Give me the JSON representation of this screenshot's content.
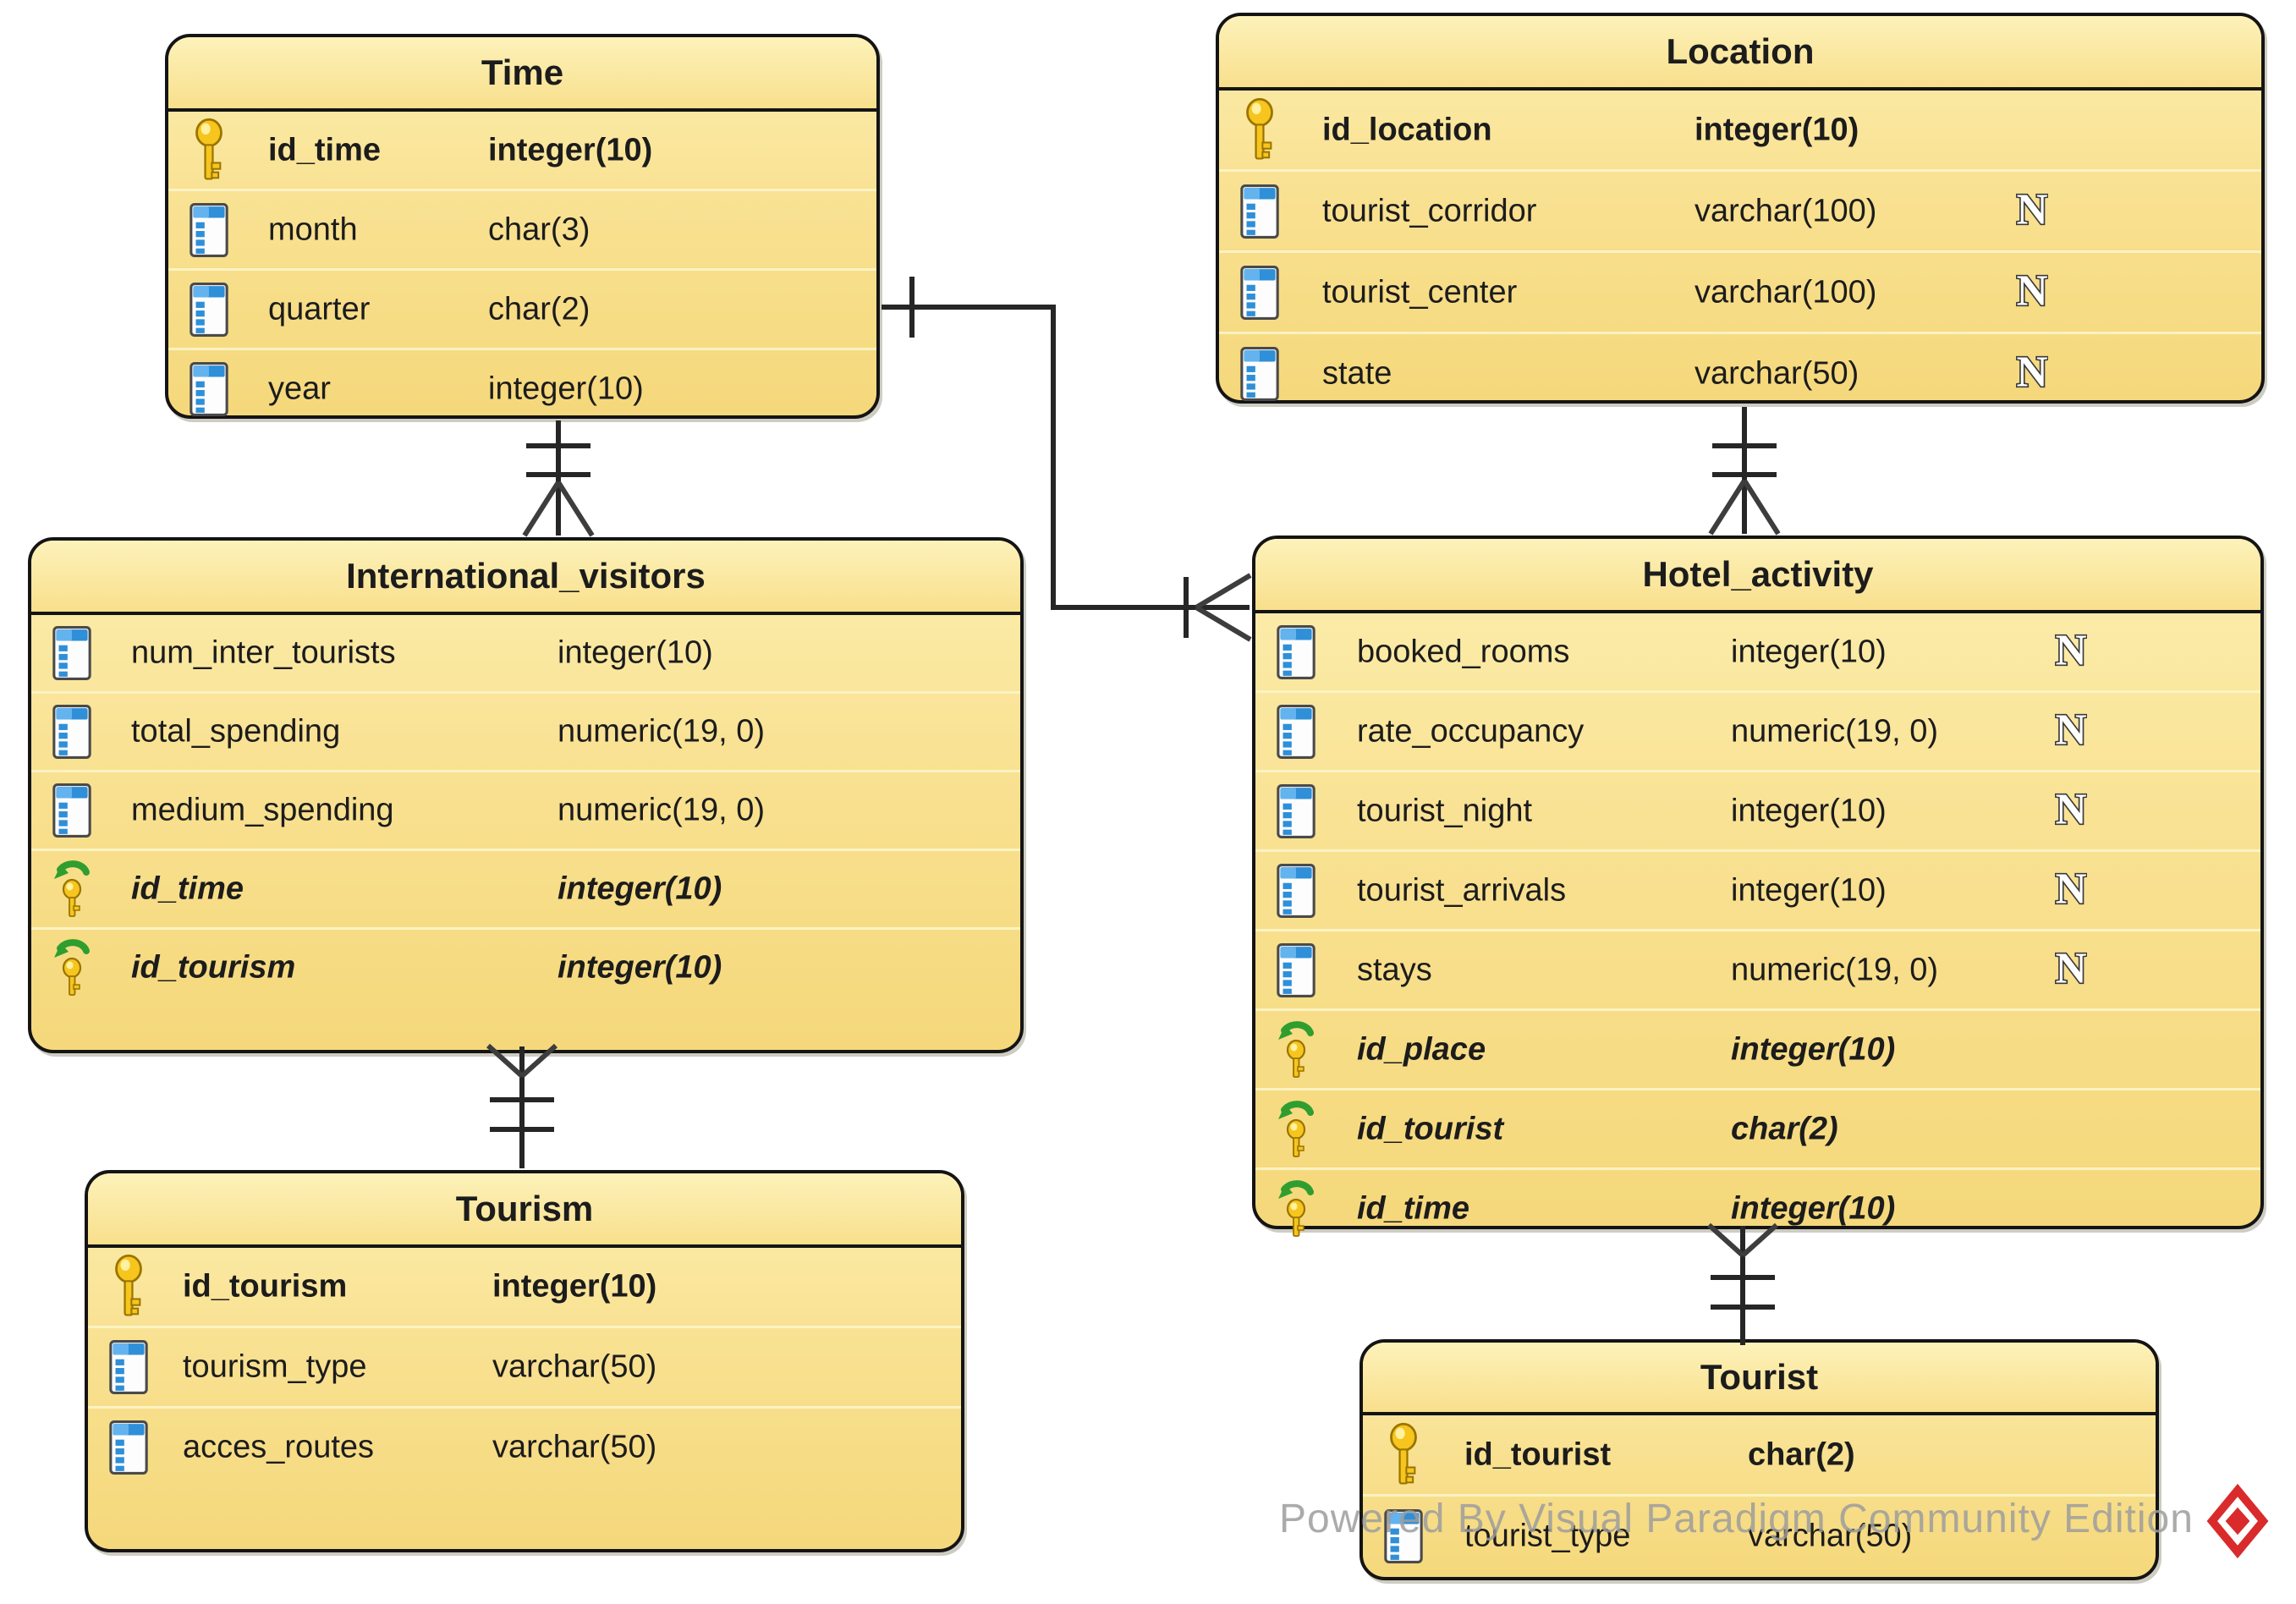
{
  "diagram": {
    "tool_watermark": "Powered By Visual Paradigm Community Edition",
    "nullable_label": "N",
    "colors": {
      "table_fill_top": "#FCEFAF",
      "table_fill_bottom": "#F5D87B",
      "table_border": "#141414",
      "row_separator": "#FCF3C2",
      "text": "#1C1C1C",
      "watermark_gray": "#9D9D9D",
      "logo_red": "#D92B2B",
      "key_gold": "#F6C51E",
      "column_icon_blue": "#2F8FD8",
      "fk_arrow_green": "#2F9E2F"
    },
    "tables": [
      {
        "id": "time",
        "title": "Time",
        "columns": [
          {
            "icon": "primary-key",
            "name": "id_time",
            "type": "integer(10)",
            "key": "pk"
          },
          {
            "icon": "column",
            "name": "month",
            "type": "char(3)"
          },
          {
            "icon": "column",
            "name": "quarter",
            "type": "char(2)"
          },
          {
            "icon": "column",
            "name": "year",
            "type": "integer(10)"
          }
        ]
      },
      {
        "id": "location",
        "title": "Location",
        "columns": [
          {
            "icon": "primary-key",
            "name": "id_location",
            "type": "integer(10)",
            "key": "pk"
          },
          {
            "icon": "column",
            "name": "tourist_corridor",
            "type": "varchar(100)",
            "nullable": true
          },
          {
            "icon": "column",
            "name": "tourist_center",
            "type": "varchar(100)",
            "nullable": true
          },
          {
            "icon": "column",
            "name": "state",
            "type": "varchar(50)",
            "nullable": true
          }
        ]
      },
      {
        "id": "international_visitors",
        "title": "International_visitors",
        "columns": [
          {
            "icon": "column",
            "name": "num_inter_tourists",
            "type": "integer(10)"
          },
          {
            "icon": "column",
            "name": "total_spending",
            "type": "numeric(19, 0)"
          },
          {
            "icon": "column",
            "name": "medium_spending",
            "type": "numeric(19, 0)"
          },
          {
            "icon": "foreign-key",
            "name": "id_time",
            "type": "integer(10)",
            "key": "fk"
          },
          {
            "icon": "foreign-key",
            "name": "id_tourism",
            "type": "integer(10)",
            "key": "fk"
          }
        ]
      },
      {
        "id": "hotel_activity",
        "title": "Hotel_activity",
        "columns": [
          {
            "icon": "column",
            "name": "booked_rooms",
            "type": "integer(10)",
            "nullable": true
          },
          {
            "icon": "column",
            "name": "rate_occupancy",
            "type": "numeric(19, 0)",
            "nullable": true
          },
          {
            "icon": "column",
            "name": "tourist_night",
            "type": "integer(10)",
            "nullable": true
          },
          {
            "icon": "column",
            "name": "tourist_arrivals",
            "type": "integer(10)",
            "nullable": true
          },
          {
            "icon": "column",
            "name": "stays",
            "type": "numeric(19, 0)",
            "nullable": true
          },
          {
            "icon": "foreign-key",
            "name": "id_place",
            "type": "integer(10)",
            "key": "fk"
          },
          {
            "icon": "foreign-key",
            "name": "id_tourist",
            "type": "char(2)",
            "key": "fk"
          },
          {
            "icon": "foreign-key",
            "name": "id_time",
            "type": "integer(10)",
            "key": "fk"
          }
        ]
      },
      {
        "id": "tourism",
        "title": "Tourism",
        "columns": [
          {
            "icon": "primary-key",
            "name": "id_tourism",
            "type": "integer(10)",
            "key": "pk"
          },
          {
            "icon": "column",
            "name": "tourism_type",
            "type": "varchar(50)"
          },
          {
            "icon": "column",
            "name": "acces_routes",
            "type": "varchar(50)"
          }
        ]
      },
      {
        "id": "tourist",
        "title": "Tourist",
        "columns": [
          {
            "icon": "primary-key",
            "name": "id_tourist",
            "type": "char(2)",
            "key": "pk"
          },
          {
            "icon": "column",
            "name": "tourist_type",
            "type": "varchar(50)"
          }
        ]
      }
    ],
    "relationships": [
      {
        "from": "Time",
        "to": "International_visitors",
        "from_end": "one",
        "to_end": "many"
      },
      {
        "from": "Time",
        "to": "Hotel_activity",
        "from_end": "one",
        "to_end": "many"
      },
      {
        "from": "Location",
        "to": "Hotel_activity",
        "from_end": "one",
        "to_end": "many"
      },
      {
        "from": "Tourism",
        "to": "International_visitors",
        "from_end": "one",
        "to_end": "many"
      },
      {
        "from": "Tourist",
        "to": "Hotel_activity",
        "from_end": "one",
        "to_end": "many"
      }
    ]
  }
}
